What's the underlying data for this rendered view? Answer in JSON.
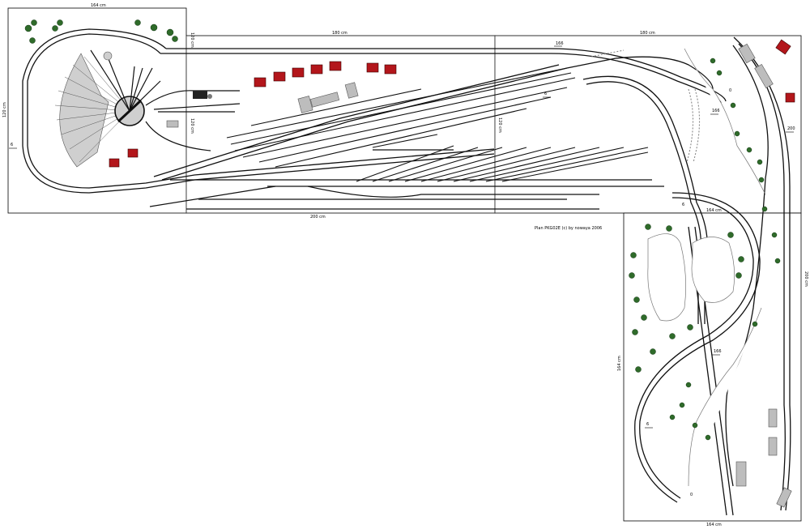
{
  "plan": {
    "caption": "Plan PKG02E (c) by nowaya 2006",
    "dims": {
      "top_left": "164 cm",
      "top_mid": "180 cm",
      "top_right": "180 cm",
      "left_side": "120 cm",
      "seam1": "120 cm",
      "seam2": "120 cm",
      "bottom_mid": "200 cm",
      "right_box_top": "164 cm",
      "right_box_bottom": "164 cm",
      "right_box_left": "164 cm",
      "right_side": "200 cm"
    },
    "marks": {
      "m1": "166",
      "m2": "6",
      "m3": "166",
      "m4": "6",
      "m5": "200",
      "m6": "0",
      "m7": "166",
      "m8": "6",
      "m9": "6",
      "m10": "0"
    },
    "colors": {
      "track": "#111111",
      "building": "#b3161b",
      "tree": "#2f6b2a",
      "board": "#ffffff"
    }
  }
}
